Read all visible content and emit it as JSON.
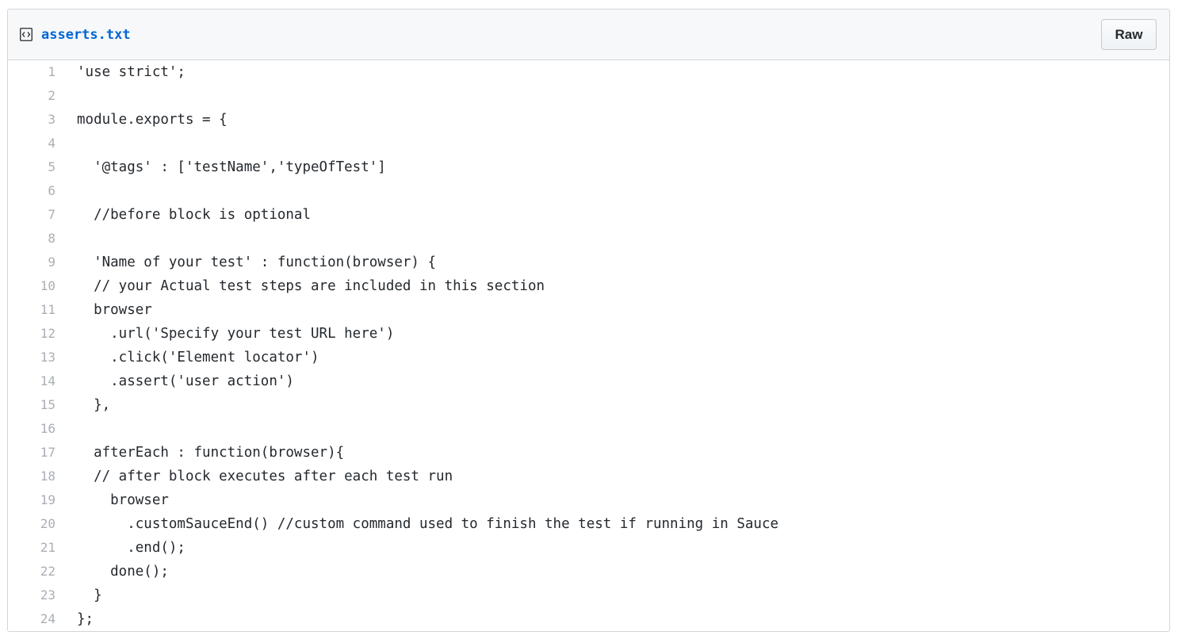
{
  "file": {
    "name": "asserts.txt",
    "icon": "code-file-icon",
    "raw_label": "Raw"
  },
  "lines": [
    {
      "num": "1",
      "code": "'use strict';"
    },
    {
      "num": "2",
      "code": ""
    },
    {
      "num": "3",
      "code": "module.exports = {"
    },
    {
      "num": "4",
      "code": ""
    },
    {
      "num": "5",
      "code": "  '@tags' : ['testName','typeOfTest']"
    },
    {
      "num": "6",
      "code": ""
    },
    {
      "num": "7",
      "code": "  //before block is optional"
    },
    {
      "num": "8",
      "code": ""
    },
    {
      "num": "9",
      "code": "  'Name of your test' : function(browser) {"
    },
    {
      "num": "10",
      "code": "  // your Actual test steps are included in this section"
    },
    {
      "num": "11",
      "code": "  browser"
    },
    {
      "num": "12",
      "code": "    .url('Specify your test URL here')"
    },
    {
      "num": "13",
      "code": "    .click('Element locator')"
    },
    {
      "num": "14",
      "code": "    .assert('user action')"
    },
    {
      "num": "15",
      "code": "  },"
    },
    {
      "num": "16",
      "code": ""
    },
    {
      "num": "17",
      "code": "  afterEach : function(browser){"
    },
    {
      "num": "18",
      "code": "  // after block executes after each test run"
    },
    {
      "num": "19",
      "code": "    browser"
    },
    {
      "num": "20",
      "code": "      .customSauceEnd() //custom command used to finish the test if running in Sauce"
    },
    {
      "num": "21",
      "code": "      .end();"
    },
    {
      "num": "22",
      "code": "    done();"
    },
    {
      "num": "23",
      "code": "  }"
    },
    {
      "num": "24",
      "code": "};"
    }
  ]
}
